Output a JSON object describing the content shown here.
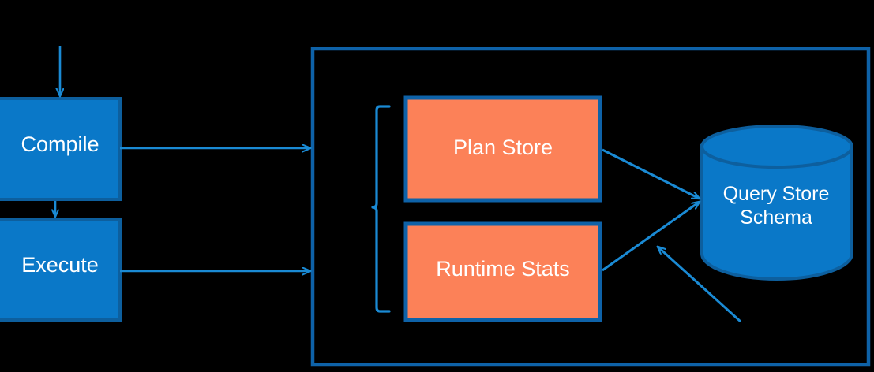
{
  "diagram": {
    "title": "Query Store architecture flow",
    "background_color": "#000000",
    "nodes": [
      {
        "id": "compile",
        "label": "Compile",
        "shape": "rectangle",
        "fill": "#0a78c8",
        "stroke": "#0d5f9e",
        "text_color": "#ffffff"
      },
      {
        "id": "execute",
        "label": "Execute",
        "shape": "rectangle",
        "fill": "#0a78c8",
        "stroke": "#0d5f9e",
        "text_color": "#ffffff"
      },
      {
        "id": "plan-store",
        "label": "Plan Store",
        "shape": "rectangle",
        "fill": "#fc8158",
        "stroke": "#0e62a8",
        "text_color": "#ffffff"
      },
      {
        "id": "runtime-stats",
        "label": "Runtime Stats",
        "shape": "rectangle",
        "fill": "#fc8158",
        "stroke": "#0e62a8",
        "text_color": "#ffffff"
      },
      {
        "id": "query-store-schema",
        "label": "Query Store\nSchema",
        "shape": "cylinder",
        "fill": "#0a78c8",
        "stroke": "#0d5f9e",
        "text_color": "#ffffff"
      }
    ],
    "container": {
      "id": "query-store-container",
      "label": "",
      "stroke": "#0e62a8"
    },
    "bracket": {
      "id": "store-bracket",
      "stroke": "#1a8ad4"
    },
    "connectors": [
      {
        "id": "input-to-compile",
        "from": "",
        "to": "compile",
        "style": "arrow",
        "color": "#1a8ad4"
      },
      {
        "id": "compile-to-execute",
        "from": "compile",
        "to": "execute",
        "style": "arrow",
        "color": "#1a8ad4"
      },
      {
        "id": "compile-to-container",
        "from": "compile",
        "to": "query-store-container",
        "style": "arrow",
        "color": "#1a8ad4"
      },
      {
        "id": "execute-to-container",
        "from": "execute",
        "to": "query-store-container",
        "style": "arrow",
        "color": "#1a8ad4"
      },
      {
        "id": "plan-store-to-schema",
        "from": "plan-store",
        "to": "query-store-schema",
        "style": "arrow",
        "color": "#1a8ad4"
      },
      {
        "id": "runtime-stats-to-schema",
        "from": "runtime-stats",
        "to": "query-store-schema",
        "style": "arrow",
        "color": "#1a8ad4"
      },
      {
        "id": "external-to-schema",
        "from": "",
        "to": "query-store-schema",
        "style": "arrow",
        "color": "#1a8ad4"
      }
    ],
    "colors": {
      "blue_fill": "#0a78c8",
      "blue_stroke": "#0d5f9e",
      "orange_fill": "#fc8158",
      "orange_stroke": "#0e62a8",
      "connector": "#1a8ad4",
      "container_stroke": "#0e62a8",
      "text": "#ffffff",
      "background": "#000000"
    }
  }
}
